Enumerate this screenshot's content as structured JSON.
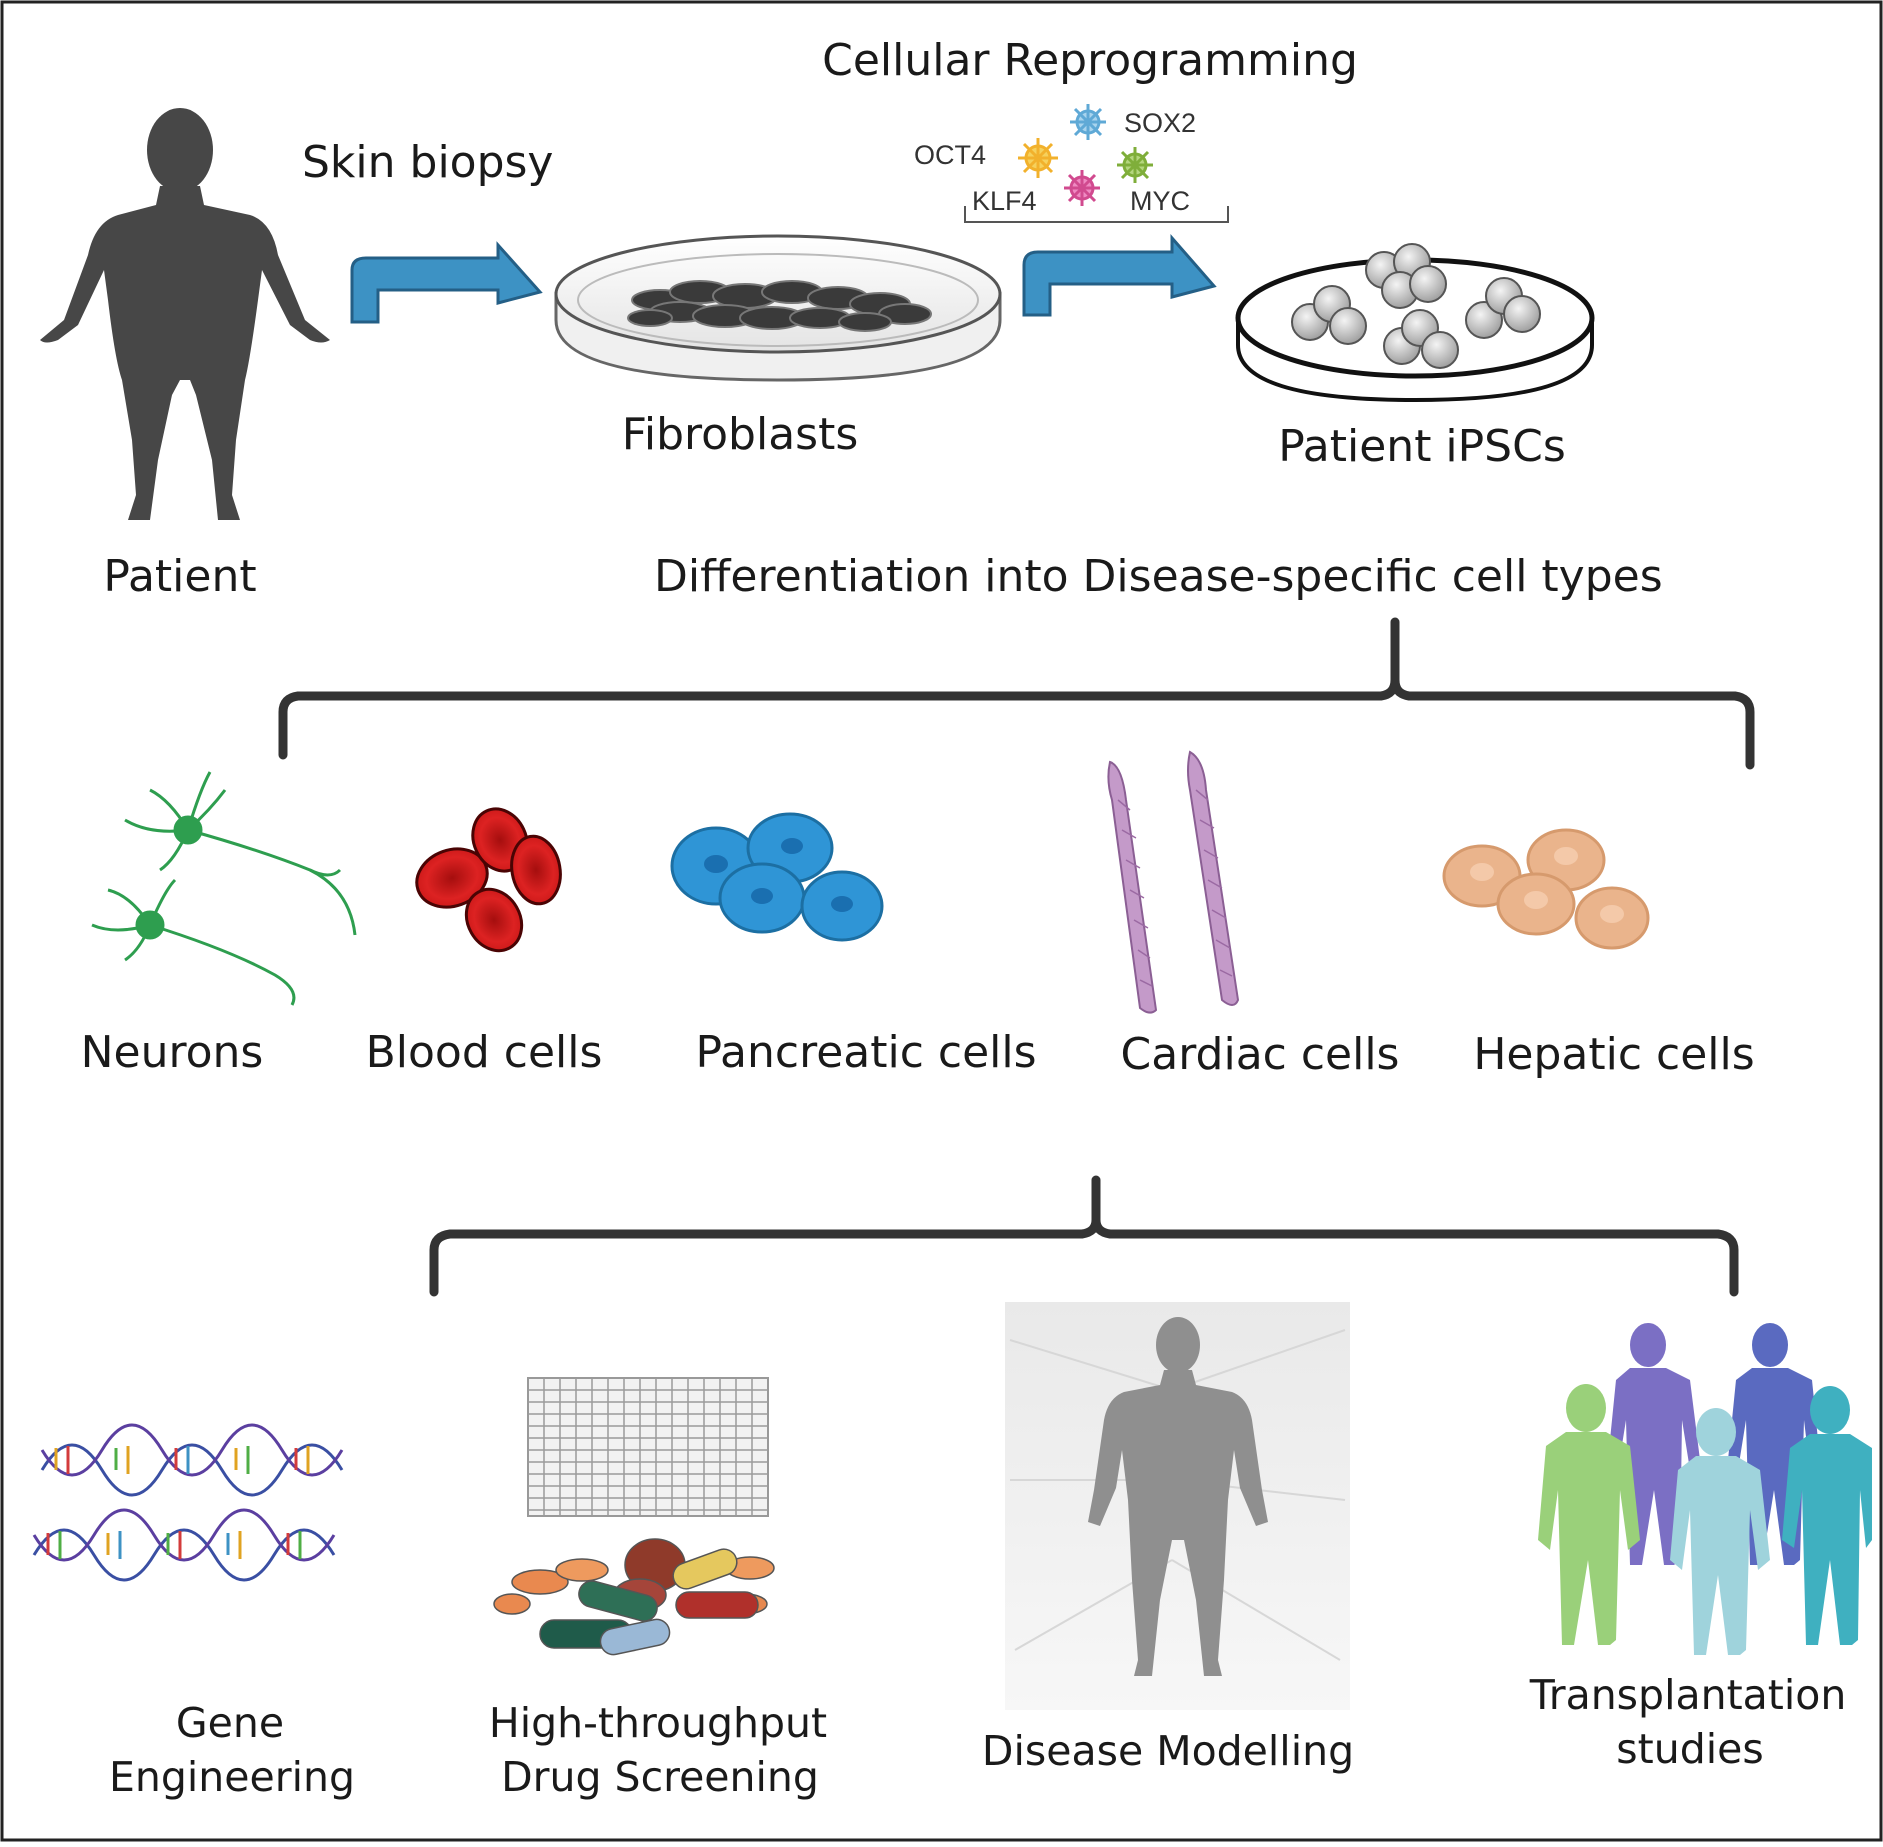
{
  "colors": {
    "frame": "#222222",
    "arrow": "#3d92c4",
    "arrow_edge": "#245f86",
    "silhouette": "#474747",
    "neuron": "#2e9e4f",
    "blood": "#d11919",
    "pancreatic": "#2f95d6",
    "cardiac": "#b48ab9",
    "hepatic": "#eab48c",
    "bracket": "#333333"
  },
  "top": {
    "title": "Cellular Reprogramming",
    "patient": "Patient",
    "skin_biopsy": "Skin biopsy",
    "fibroblasts": "Fibroblasts",
    "ipscs": "Patient iPSCs",
    "factors": {
      "oct4": "OCT4",
      "sox2": "SOX2",
      "klf4": "KLF4",
      "myc": "MYC"
    }
  },
  "middle": {
    "title": "Differentiation into Disease-specific cell types",
    "cells": {
      "neurons": "Neurons",
      "blood": "Blood cells",
      "pancreatic": "Pancreatic cells",
      "cardiac": "Cardiac cells",
      "hepatic": "Hepatic cells"
    }
  },
  "bottom": {
    "gene_line1": "Gene",
    "gene_line2": "Engineering",
    "drug_line1": "High-throughput",
    "drug_line2": "Drug Screening",
    "disease": "Disease Modelling",
    "transplant_line1": "Transplantation",
    "transplant_line2": "studies"
  }
}
